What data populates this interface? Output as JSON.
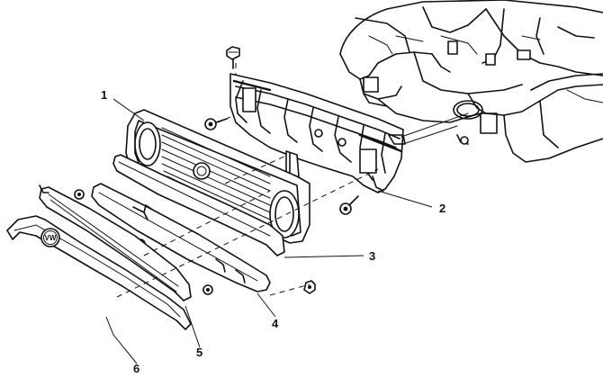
{
  "callouts": [
    {
      "id": "1",
      "label": "1",
      "part": "grille"
    },
    {
      "id": "2",
      "label": "2",
      "part": "radiator-support-panel"
    },
    {
      "id": "3",
      "label": "3",
      "part": "upper-trim-strip"
    },
    {
      "id": "4",
      "label": "4",
      "part": "lower-grille-bracket"
    },
    {
      "id": "5",
      "label": "5",
      "part": "lower-grille-insert"
    },
    {
      "id": "6",
      "label": "6",
      "part": "bumper-trim-strip"
    }
  ],
  "logo": {
    "text": "VW"
  }
}
